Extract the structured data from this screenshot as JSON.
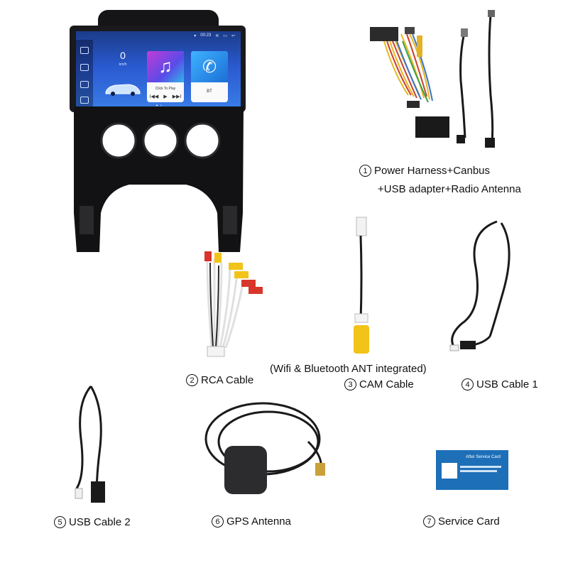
{
  "head_unit": {
    "status_time": "00:23",
    "speed_value": "0",
    "speed_unit": "km/h",
    "music_card_label": "Click To Play",
    "bt_card_label": "BT",
    "music_controls": [
      "I◀◀",
      "▶",
      "▶▶I"
    ]
  },
  "items": [
    {
      "number": "1",
      "label": "Power Harness+Canbus",
      "label2": "+USB adapter+Radio Antenna"
    },
    {
      "number": "2",
      "label": "RCA Cable"
    },
    {
      "number": "3",
      "label": "CAM Cable"
    },
    {
      "number": "4",
      "label": "USB Cable 1"
    },
    {
      "number": "5",
      "label": "USB Cable 2"
    },
    {
      "number": "6",
      "label": "GPS Antenna"
    },
    {
      "number": "7",
      "label": "Service Card"
    }
  ],
  "wifi_note": "(Wifi & Bluetooth ANT integrated)",
  "service_card": {
    "title": "After Service Card"
  },
  "colors": {
    "screen_blue": "#2a5ad0",
    "card_blue": "#1d6fb8",
    "cable_black": "#1a1a1a",
    "rca_yellow": "#f2c318",
    "rca_red": "#d8362a"
  }
}
